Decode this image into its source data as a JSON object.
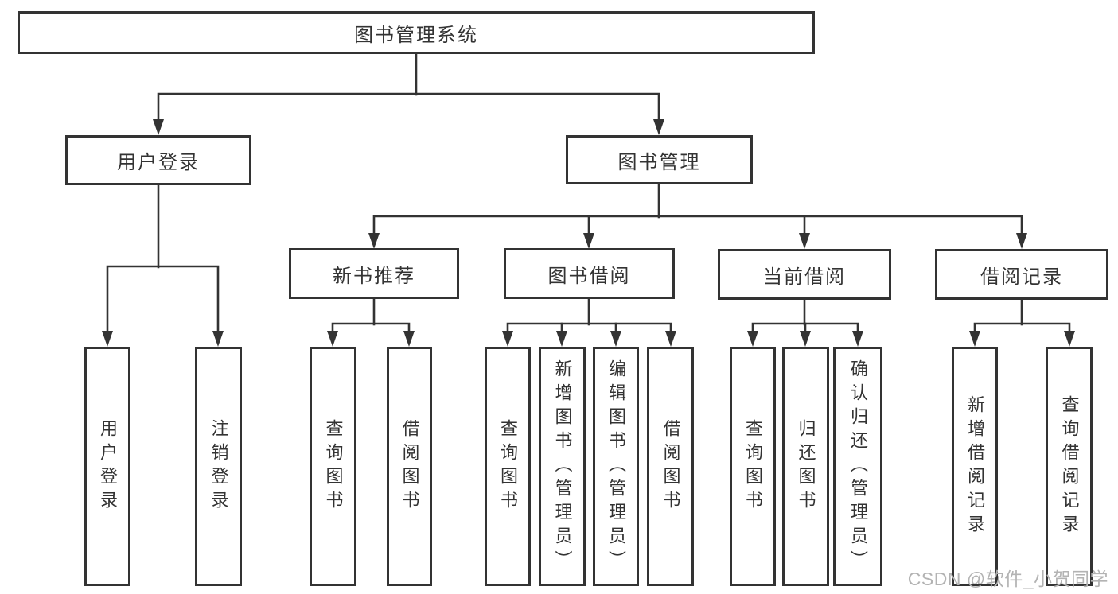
{
  "chart": {
    "root": "图书管理系统",
    "branches": [
      {
        "label": "用户登录",
        "children": [
          "用户登录",
          "注销登录"
        ]
      },
      {
        "label": "图书管理",
        "groups": [
          {
            "label": "新书推荐",
            "children": [
              "查询图书",
              "借阅图书"
            ]
          },
          {
            "label": "图书借阅",
            "children": [
              "查询图书",
              "新增图书（管理员）",
              "编辑图书（管理员）",
              "借阅图书"
            ]
          },
          {
            "label": "当前借阅",
            "children": [
              "查询图书",
              "归还图书",
              "确认归还（管理员）"
            ]
          },
          {
            "label": "借阅记录",
            "children": [
              "新增借阅记录",
              "查询借阅记录"
            ]
          }
        ]
      }
    ]
  },
  "watermark": "CSDN @软件_小贺同学",
  "colors": {
    "line": "#333333",
    "box_border": "#333333",
    "text": "#333333",
    "watermark": "#b3b3b3",
    "background": "#ffffff"
  }
}
